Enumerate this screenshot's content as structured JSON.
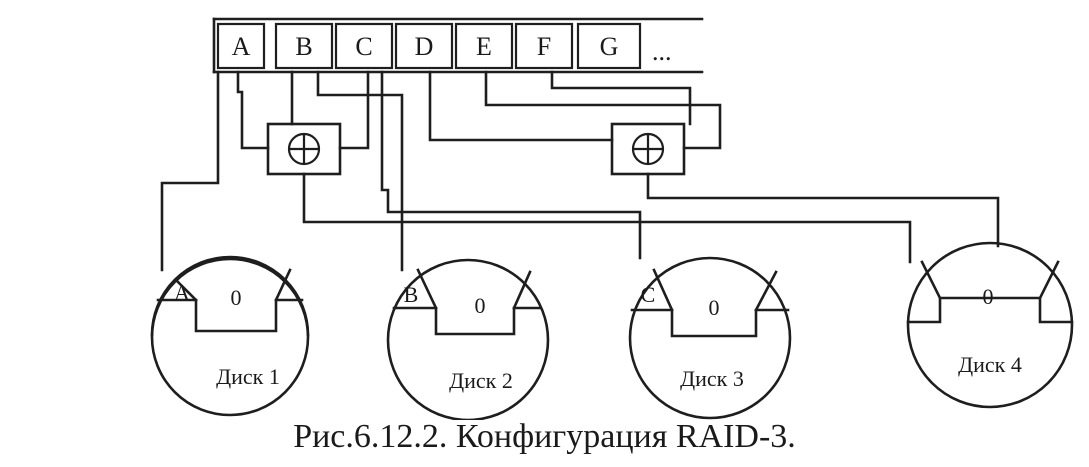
{
  "stripe": {
    "blocks": [
      "A",
      "B",
      "C",
      "D",
      "E",
      "F",
      "G"
    ],
    "ellipsis": "..."
  },
  "xor_symbol": "⊕",
  "disks": [
    {
      "name": "Диск 1",
      "block": "A",
      "parity": "0"
    },
    {
      "name": "Диск 2",
      "block": "B",
      "parity": "0"
    },
    {
      "name": "Диск 3",
      "block": "C",
      "parity": "0"
    },
    {
      "name": "Диск 4",
      "block": "",
      "parity": "0"
    }
  ],
  "caption": "Рис.6.12.2. Конфигурация RAID-3."
}
